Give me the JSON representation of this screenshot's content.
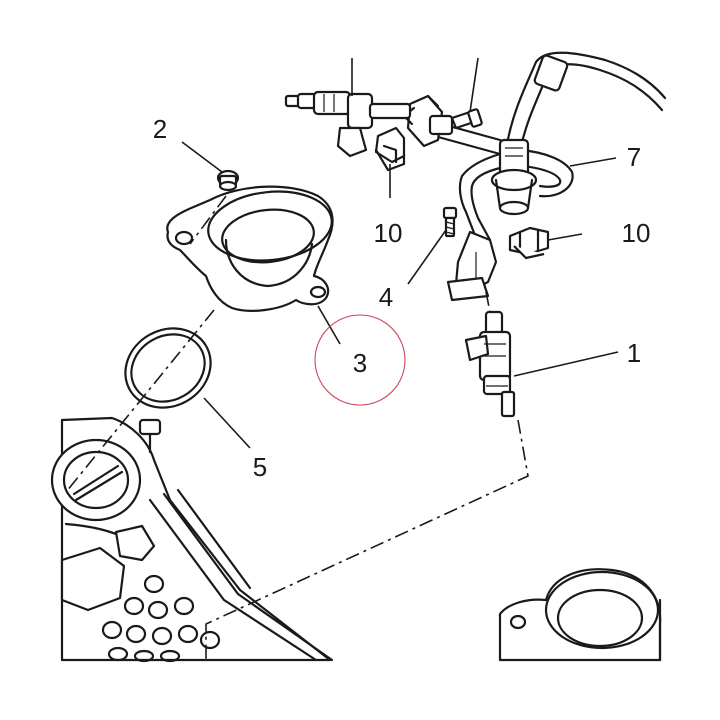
{
  "callouts": {
    "c1": "1",
    "c2": "2",
    "c3": "3",
    "c4": "4",
    "c5": "5",
    "c7": "7",
    "c10a": "10",
    "c10b": "10"
  },
  "colors": {
    "line": "#1a1a1a",
    "highlight_circle": "#c8485c",
    "background": "#ffffff"
  }
}
